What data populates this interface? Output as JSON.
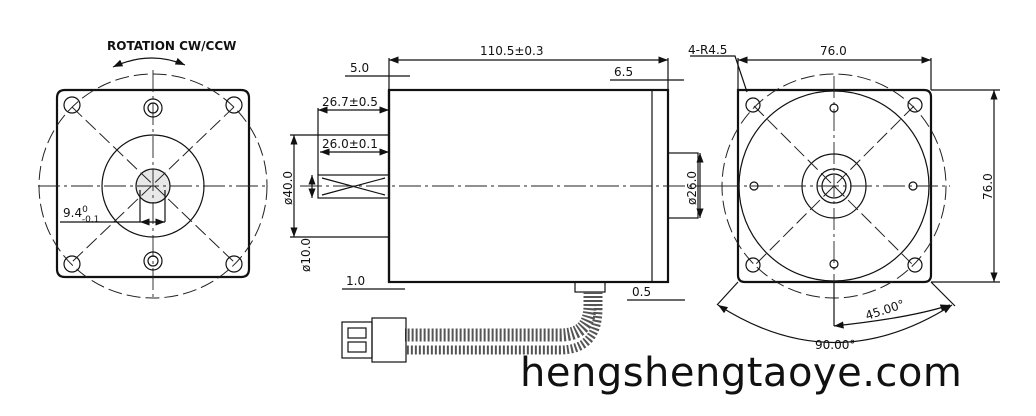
{
  "front_view": {
    "rotation_label": "ROTATION CW/CCW",
    "shaft_flat": "9.4",
    "shaft_flat_tol": "0",
    "shaft_flat_tol_low": "-0.1"
  },
  "side_view": {
    "overall_length": "110.5±0.3",
    "flange_thickness": "5.0",
    "shaft_length": "26.7±0.5",
    "key_length": "26.0±0.1",
    "boss_diameter": "ø40.0",
    "shaft_diameter": "ø10.0",
    "boss_height": "1.0",
    "rear_cap": "6.5",
    "rear_hub_diameter": "ø26.0",
    "rear_gap": "0.5"
  },
  "rear_view": {
    "corner_radius": "4-R4.5",
    "width": "76.0",
    "height": "76.0",
    "angle_small": "45.00°",
    "angle_large": "90.00°"
  },
  "watermark": "hengshengtaoye.com"
}
